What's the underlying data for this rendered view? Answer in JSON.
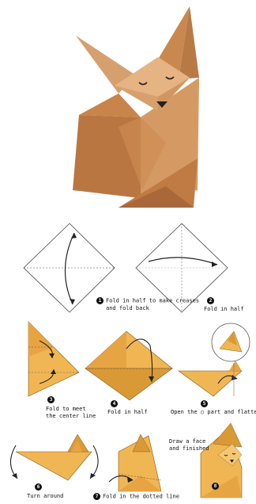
{
  "steps": [
    {
      "num": "1",
      "line1": "Fold in half to make creases",
      "line2": "and fold back"
    },
    {
      "num": "2",
      "line1": "Fold in half",
      "line2": ""
    },
    {
      "num": "3",
      "line1": "Fold to meet",
      "line2": "the center line"
    },
    {
      "num": "4",
      "line1": "Fold in half",
      "line2": ""
    },
    {
      "num": "5",
      "line1": "Open the ○ part and flatten",
      "line2": ""
    },
    {
      "num": "6",
      "line1": "Turn around",
      "line2": ""
    },
    {
      "num": "7",
      "line1": "Fold in the dotted line",
      "line2": ""
    },
    {
      "num": "8",
      "line1": "Draw a face",
      "line2": "and finished"
    }
  ],
  "colors": {
    "paper_dark": "#c8844a",
    "paper_mid": "#dba06a",
    "paper_light": "#e8b683",
    "paper_yellow": "#f0b653",
    "paper_yellow_dark": "#d99a36",
    "line": "#333333"
  }
}
